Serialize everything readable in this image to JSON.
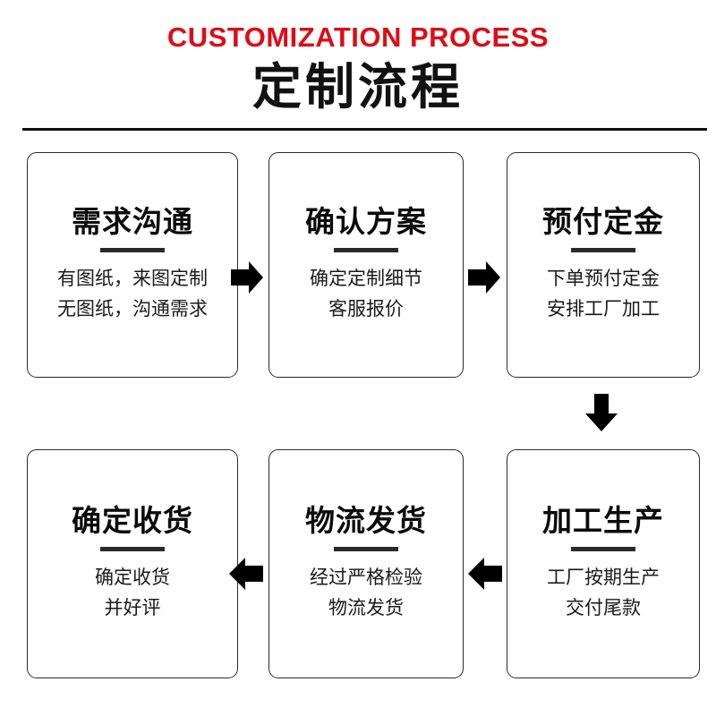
{
  "header": {
    "english_title": "CUSTOMIZATION PROCESS",
    "chinese_title": "定制流程",
    "accent_color": "#dd0d16",
    "text_color": "#111111",
    "rule": "horizontal-rule"
  },
  "flow": {
    "arrow_color": "#000000",
    "box_border_color": "#2b2b2b",
    "steps": [
      {
        "index": 1,
        "title": "需求沟通",
        "lines": [
          "有图纸，来图定制",
          "无图纸，沟通需求"
        ]
      },
      {
        "index": 2,
        "title": "确认方案",
        "lines": [
          "确定定制细节",
          "客服报价"
        ]
      },
      {
        "index": 3,
        "title": "预付定金",
        "lines": [
          "下单预付定金",
          "安排工厂加工"
        ]
      },
      {
        "index": 4,
        "title": "加工生产",
        "lines": [
          "工厂按期生产",
          "交付尾款"
        ]
      },
      {
        "index": 5,
        "title": "物流发货",
        "lines": [
          "经过严格检验",
          "物流发货"
        ]
      },
      {
        "index": 6,
        "title": "确定收货",
        "lines": [
          "确定收货",
          "并好评"
        ]
      }
    ],
    "connectors": [
      {
        "name": "arrow-right-step1-step2",
        "direction": "right"
      },
      {
        "name": "arrow-right-step2-step3",
        "direction": "right"
      },
      {
        "name": "arrow-down-step3-step4",
        "direction": "down"
      },
      {
        "name": "arrow-left-step4-step5",
        "direction": "left"
      },
      {
        "name": "arrow-left-step5-step6",
        "direction": "left"
      }
    ]
  }
}
